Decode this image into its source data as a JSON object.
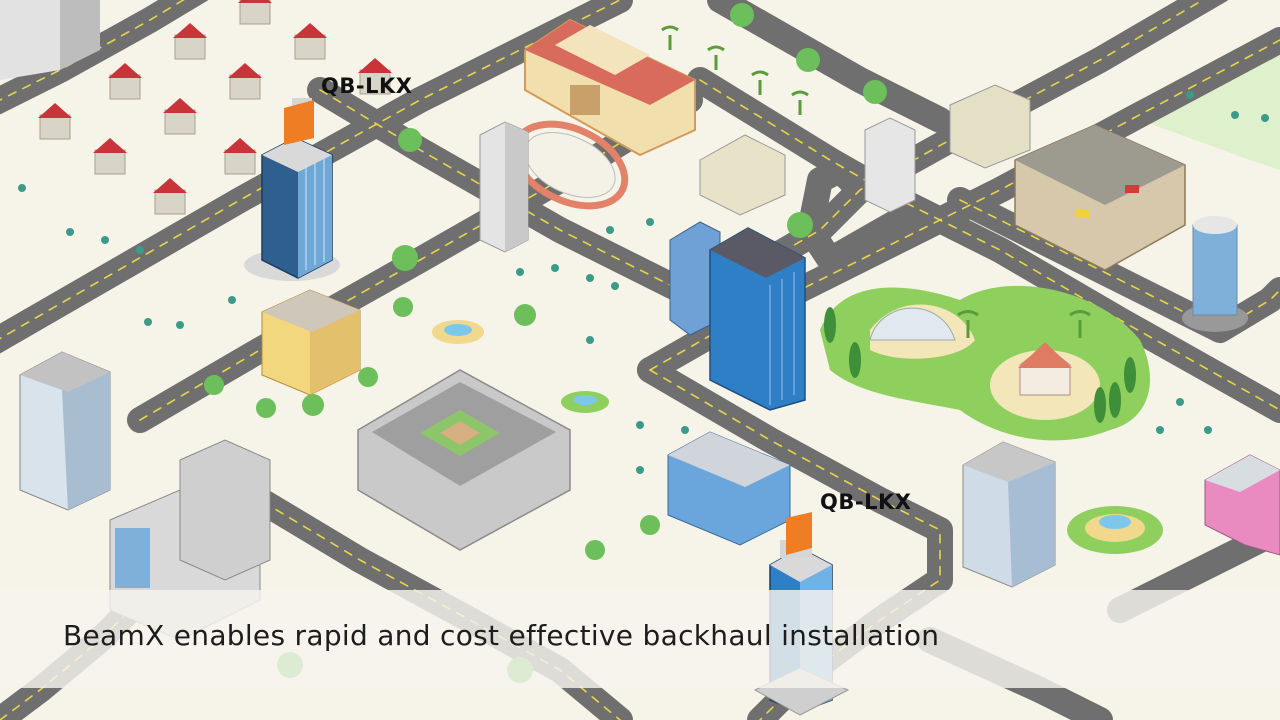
{
  "scene": {
    "tower_labels": [
      "QB-LKX",
      "QB-LKX"
    ],
    "caption": "BeamX enables rapid and cost effective backhaul installation",
    "colors": {
      "ground": "#f6f4e8",
      "road": "#6b6b6b",
      "road_line": "#e8d64a",
      "park_grass": "#8fcf5e",
      "grass_field": "#dff0cc",
      "antenna_orange": "#ef7d24",
      "glass_blue": "#2f7fc7"
    }
  }
}
